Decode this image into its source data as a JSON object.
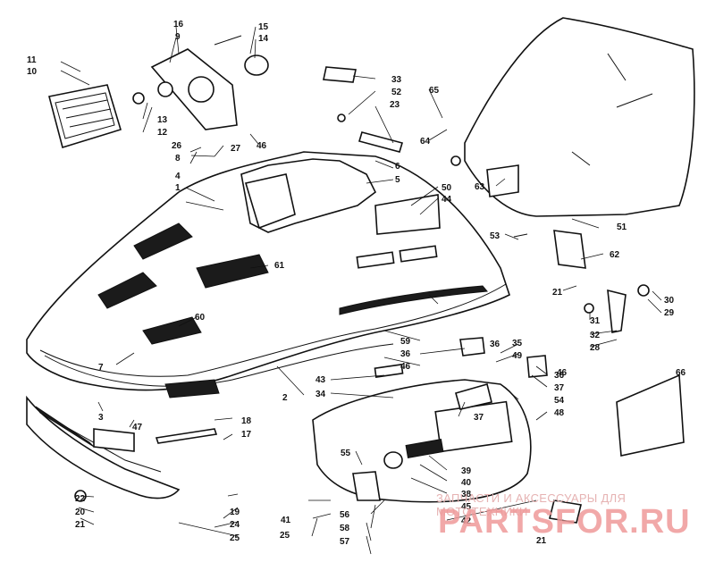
{
  "diagram": {
    "callouts": [
      "1",
      "2",
      "3",
      "4",
      "5",
      "6",
      "7",
      "8",
      "9",
      "10",
      "11",
      "12",
      "13",
      "14",
      "15",
      "16",
      "17",
      "18",
      "19",
      "20",
      "21",
      "21",
      "21",
      "22",
      "23",
      "24",
      "25",
      "25",
      "26",
      "27",
      "28",
      "29",
      "30",
      "31",
      "32",
      "33",
      "34",
      "35",
      "36",
      "36",
      "36",
      "37",
      "37",
      "38",
      "39",
      "40",
      "41",
      "42",
      "43",
      "44",
      "45",
      "46",
      "46",
      "46",
      "47",
      "48",
      "49",
      "50",
      "51",
      "52",
      "53",
      "54",
      "55",
      "56",
      "57",
      "58",
      "59",
      "60",
      "61",
      "62",
      "63",
      "64",
      "65",
      "66"
    ]
  },
  "watermark": {
    "tagline": "ЗАПЧАСТИ И АКСЕССУАРЫ ДЛЯ МОТОТЕХНИКИ",
    "brand": "PARTSFOR.RU"
  }
}
